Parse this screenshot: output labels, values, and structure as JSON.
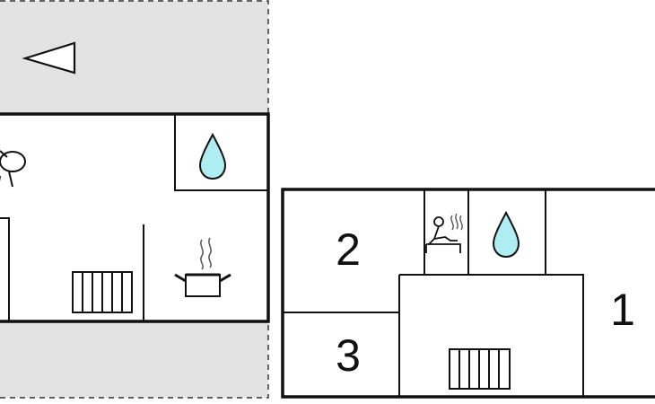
{
  "floor_plan": {
    "rooms": [
      {
        "label": "2"
      },
      {
        "label": "3"
      },
      {
        "label": "1"
      }
    ],
    "icons": [
      {
        "name": "direction-arrow-icon"
      },
      {
        "name": "water-drop-icon"
      },
      {
        "name": "water-drop-icon"
      },
      {
        "name": "sauna-icon"
      },
      {
        "name": "cooking-pot-icon"
      },
      {
        "name": "radiator-icon"
      },
      {
        "name": "radiator-icon"
      },
      {
        "name": "garden-chair-icon"
      }
    ],
    "colors": {
      "wall": "#111111",
      "terrace_fill": "#e3e3e3",
      "water": "#aeeef2"
    }
  }
}
